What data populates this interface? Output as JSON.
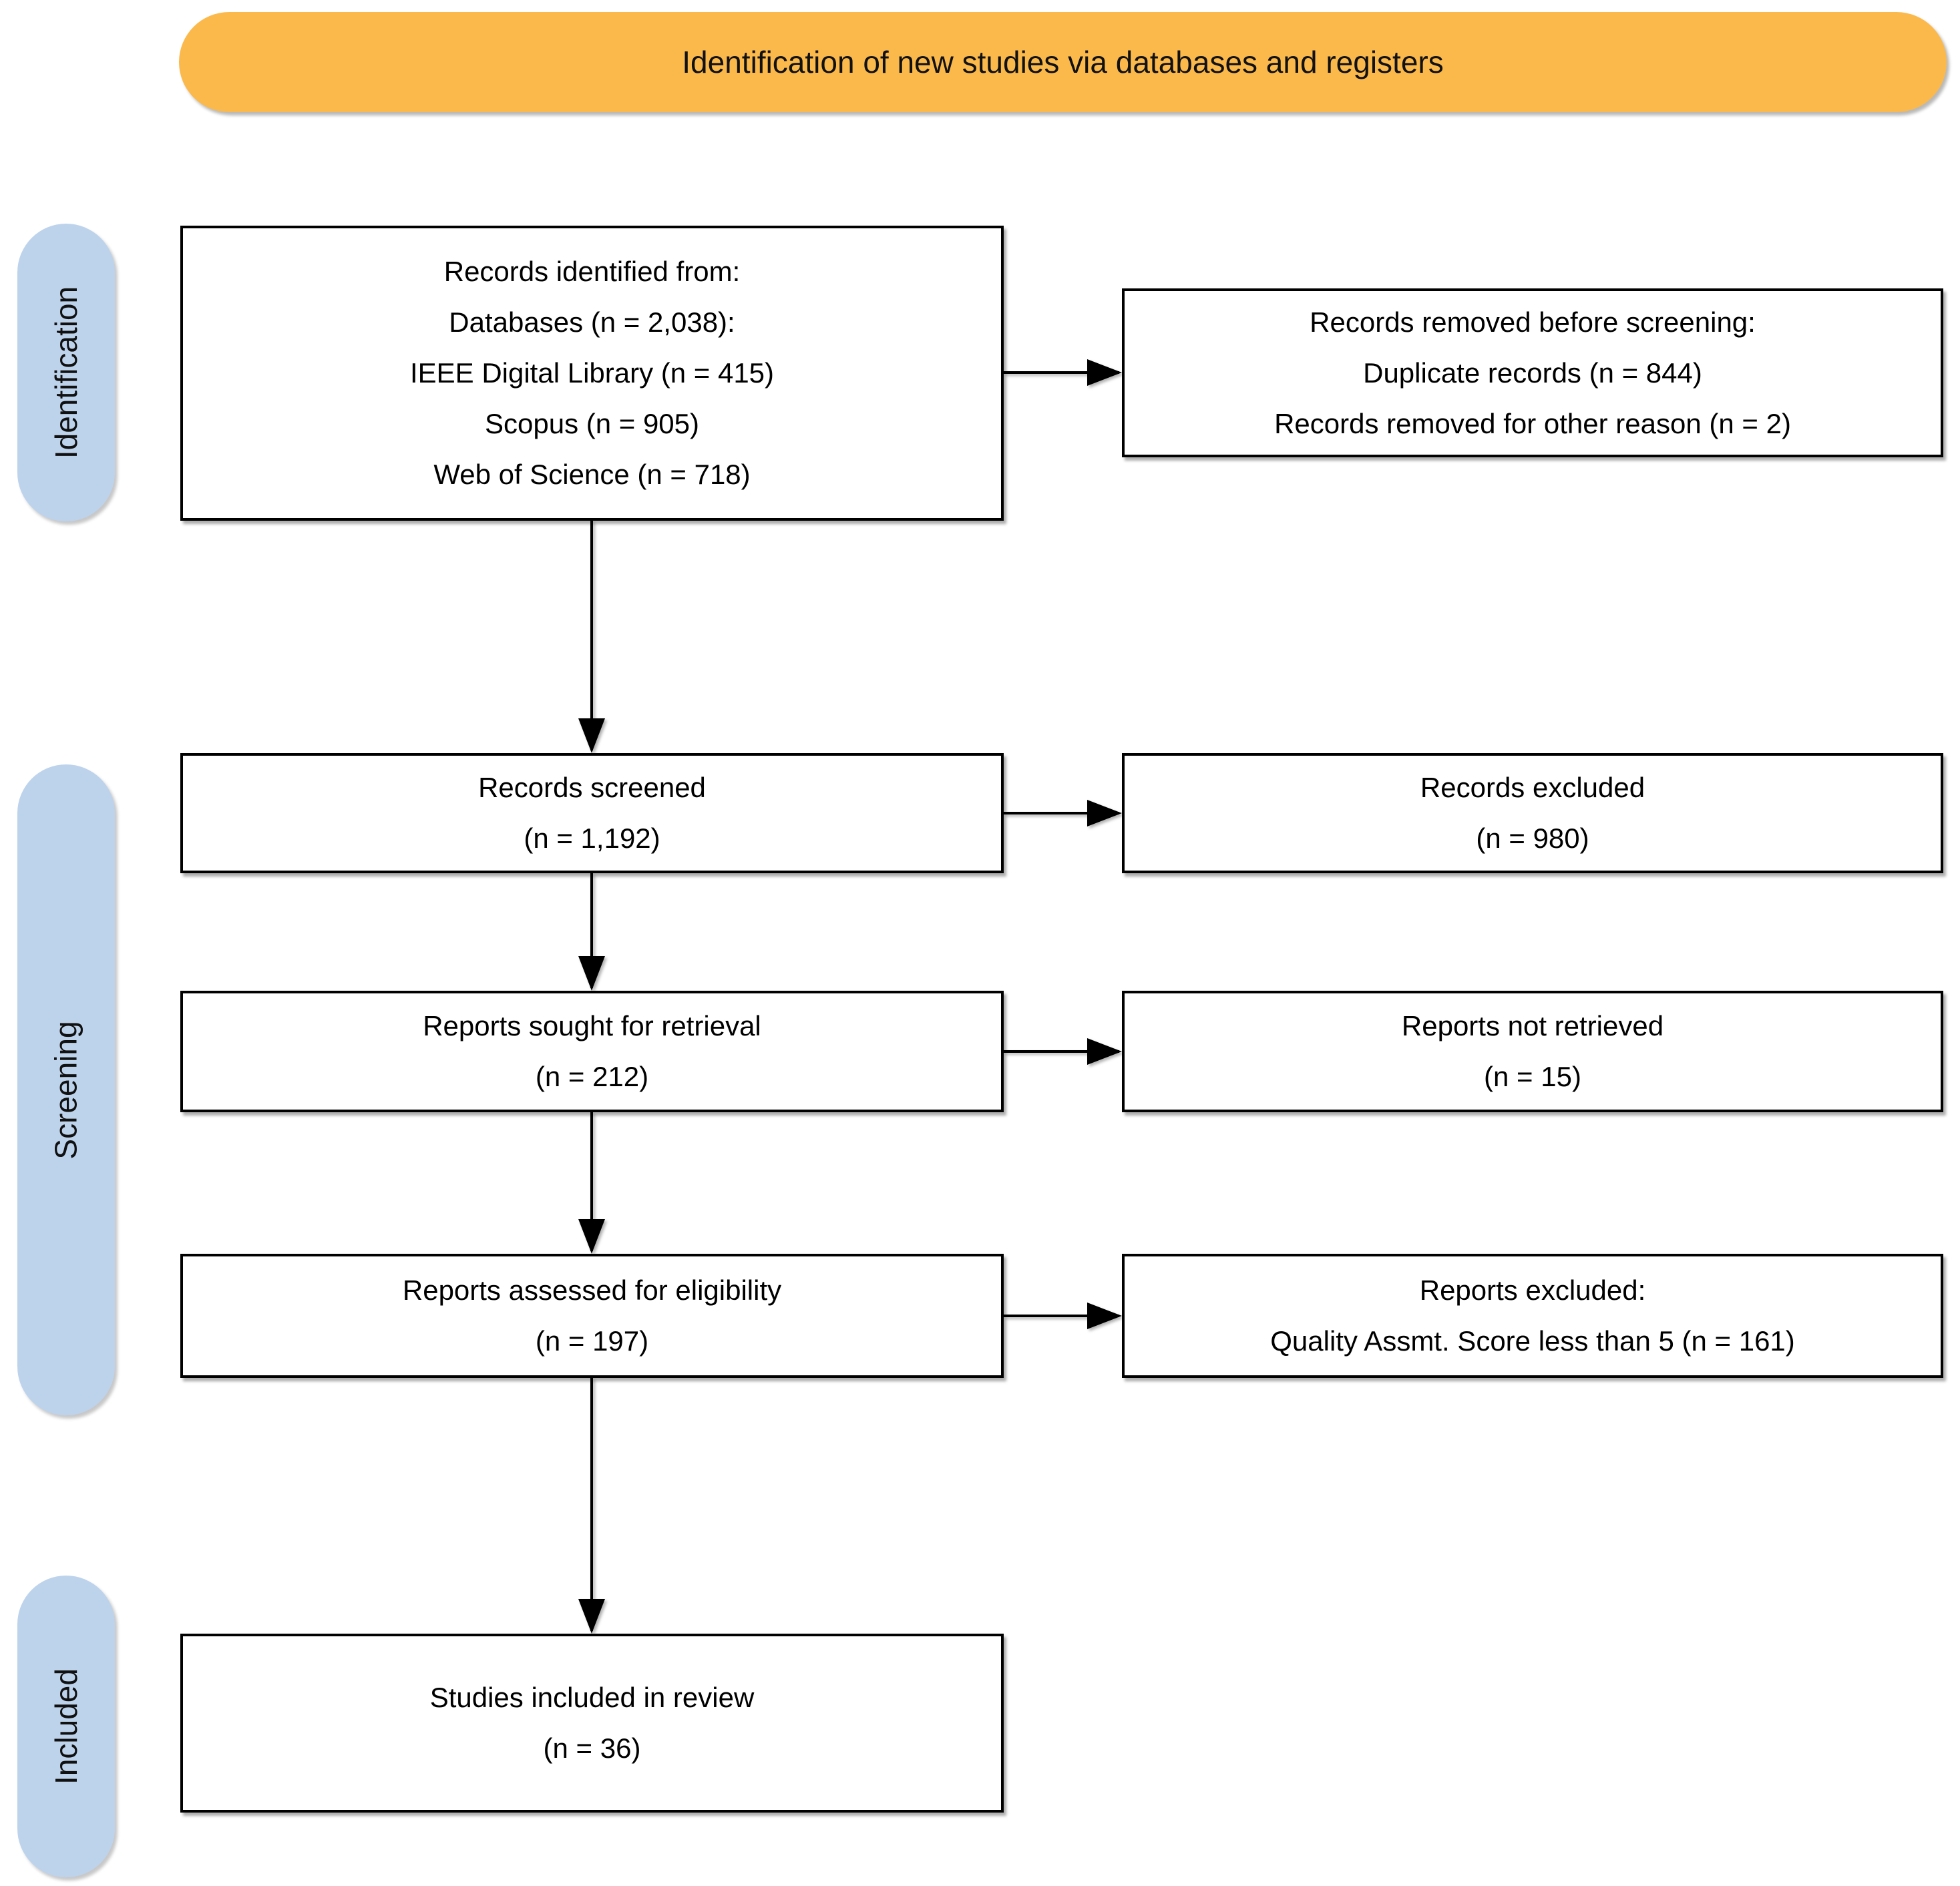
{
  "banner": {
    "title": "Identification of new studies via databases and registers"
  },
  "stages": {
    "identification": "Identification",
    "screening": "Screening",
    "included": "Included"
  },
  "boxes": {
    "records_identified": {
      "lines": [
        "Records identified from:",
        "Databases (n = 2,038):",
        "IEEE Digital Library (n = 415)",
        "Scopus (n = 905)",
        "Web of Science (n = 718)"
      ]
    },
    "records_removed": {
      "lines": [
        "Records removed before screening:",
        "Duplicate records (n = 844)",
        "Records removed for other reason (n = 2)"
      ]
    },
    "records_screened": {
      "lines": [
        "Records screened",
        "(n = 1,192)"
      ]
    },
    "records_excluded": {
      "lines": [
        "Records excluded",
        "(n = 980)"
      ]
    },
    "reports_sought": {
      "lines": [
        "Reports sought for retrieval",
        "(n = 212)"
      ]
    },
    "reports_not_retrieved": {
      "lines": [
        "Reports not retrieved",
        "(n = 15)"
      ]
    },
    "reports_assessed": {
      "lines": [
        "Reports assessed for eligibility",
        "(n = 197)"
      ]
    },
    "reports_excluded": {
      "lines": [
        "Reports excluded:",
        "Quality Assmt. Score less than 5 (n = 161)"
      ]
    },
    "studies_included": {
      "lines": [
        "Studies included in review",
        "(n = 36)"
      ]
    }
  },
  "colors": {
    "banner_bg": "#FBB94B",
    "stage_bg": "#BDD3EC",
    "box_bg": "#FFFFFF",
    "border": "#000000",
    "text": "#000000"
  }
}
